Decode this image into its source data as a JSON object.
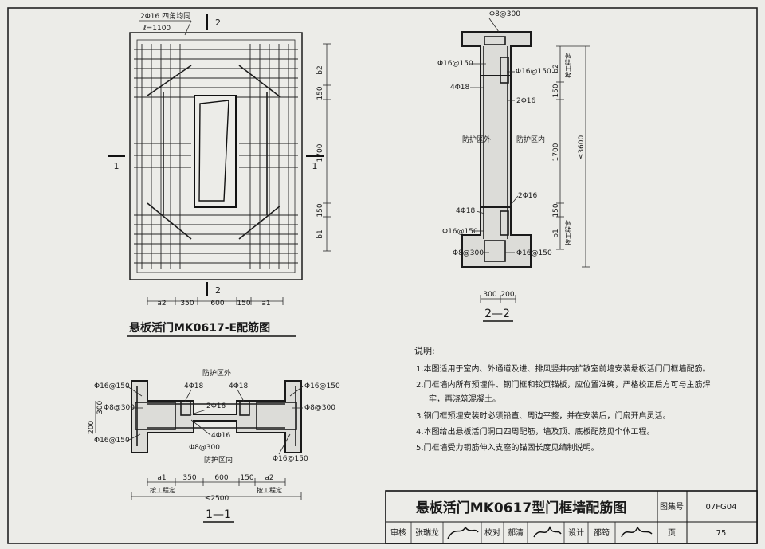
{
  "plan": {
    "title": "悬板活门MK0617-E配筋图",
    "rebar_note1": "2Φ16 四角均同",
    "rebar_note2": "ℓ=1100",
    "cut1": "1",
    "cut2": "2",
    "dims_bottom": [
      "a2",
      "350",
      "600",
      "150",
      "a1"
    ],
    "dims_right": [
      "b2",
      "150",
      "1700",
      "150",
      "b1"
    ]
  },
  "section22": {
    "title": "2—2",
    "top": "Φ8@300",
    "l1": "Φ16@150",
    "l2": "4Φ18",
    "l3": "Φ16@150",
    "l4": "2Φ16",
    "outside": "防护区外",
    "inside": "防护区内",
    "l5": "2Φ16",
    "l6": "4Φ18",
    "l7": "Φ16@150",
    "l8": "Φ8@300",
    "l9": "Φ16@150",
    "dims_right": [
      "b2",
      "150",
      "1700",
      "150",
      "b1"
    ],
    "total": "≤3600",
    "eng1": "按工程定",
    "eng2": "按工程定",
    "dims_bottom": [
      "300",
      "200"
    ]
  },
  "section11": {
    "title": "1—1",
    "outside": "防护区外",
    "inside": "防护区内",
    "l_tl": "Φ16@150",
    "l_tr": "Φ16@150",
    "l_18a": "4Φ18",
    "l_18b": "4Φ18",
    "l_ml": "Φ8@300",
    "l_mr": "Φ8@300",
    "l_16a": "2Φ16",
    "l_16b": "4Φ16",
    "l_8b": "Φ8@300",
    "l_bl": "Φ16@150",
    "l_br": "Φ16@150",
    "dims_left": [
      "200",
      "300"
    ],
    "dims_bottom": [
      "a1",
      "350",
      "600",
      "150",
      "a2"
    ],
    "eng1": "按工程定",
    "eng2": "按工程定",
    "total": "≤2500"
  },
  "notes": {
    "heading": "说明:",
    "items": [
      "1.本图适用于室内、外通道及进、排风竖井内扩散室前墙安装悬板活门门框墙配筋。",
      "2.门框墙内所有预埋件、钢门框和铰页锚板，应位置准确，严格校正后方可与主筋焊",
      "牢，再浇筑混凝土。",
      "3.钢门框预埋安装时必须铅直、周边平整，并在安装后，门扇开启灵活。",
      "4.本图给出悬板活门洞口四周配筋，墙及顶、底板配筋见个体工程。",
      "5.门框墙受力钢筋伸入支座的锚固长度见编制说明。"
    ]
  },
  "titleblock": {
    "title": "悬板活门MK0617型门框墙配筋图",
    "atlas_label": "图集号",
    "atlas_no": "07FG04",
    "review_label": "审核",
    "reviewer": "张瑞龙",
    "check_label": "校对",
    "checker": "郝清",
    "design_label": "设计",
    "designer": "邵筠",
    "page_label": "页",
    "page_no": "75"
  }
}
